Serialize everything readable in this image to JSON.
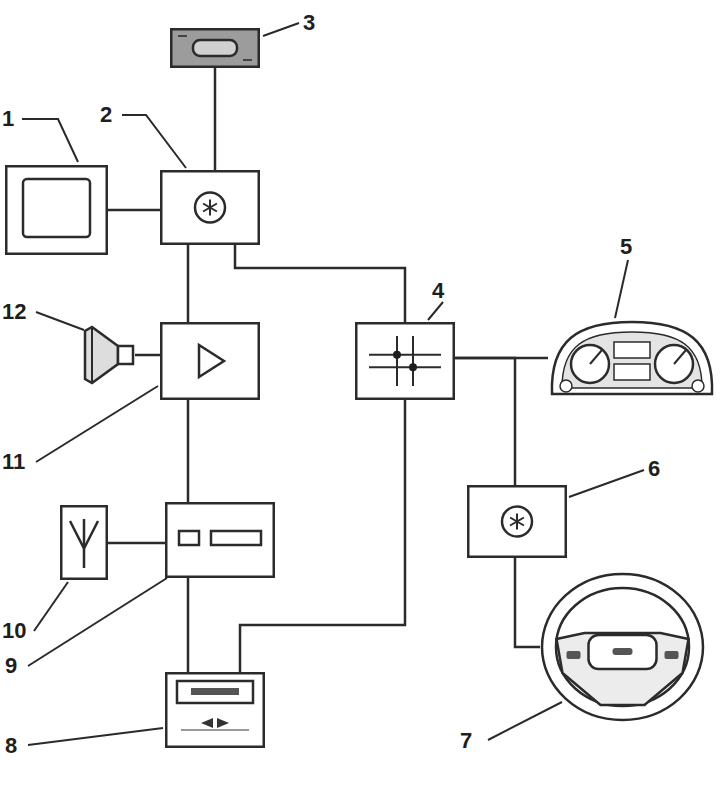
{
  "diagram": {
    "nodes": [
      {
        "text": [
          "1"
        ]
      },
      {
        "text": [
          "2"
        ]
      },
      {
        "text": [
          "3"
        ]
      },
      {
        "text": [
          "4"
        ]
      },
      {
        "text": [
          "5"
        ]
      },
      {
        "text": [
          "6"
        ]
      },
      {
        "text": [
          "7"
        ]
      },
      {
        "text": [
          "8"
        ]
      },
      {
        "text": [
          "9"
        ]
      },
      {
        "text": [
          "10"
        ]
      },
      {
        "text": [
          "11"
        ]
      },
      {
        "text": [
          "12"
        ]
      }
    ],
    "edges": [
      {
        "from": 2,
        "to": 1,
        "arrow": "none"
      },
      {
        "from": 0,
        "to": 1,
        "arrow": "none"
      },
      {
        "from": 1,
        "to": 10,
        "arrow": "none"
      },
      {
        "from": 1,
        "to": 3,
        "arrow": "none"
      },
      {
        "from": 11,
        "to": 10,
        "arrow": "none"
      },
      {
        "from": 10,
        "to": 8,
        "arrow": "none"
      },
      {
        "from": 9,
        "to": 8,
        "arrow": "none"
      },
      {
        "from": 8,
        "to": 7,
        "arrow": "none"
      },
      {
        "from": 3,
        "to": 7,
        "arrow": "none"
      },
      {
        "from": 3,
        "to": 4,
        "arrow": "none"
      },
      {
        "from": 3,
        "to": 5,
        "arrow": "none"
      },
      {
        "from": 5,
        "to": 6,
        "arrow": "none"
      }
    ]
  }
}
